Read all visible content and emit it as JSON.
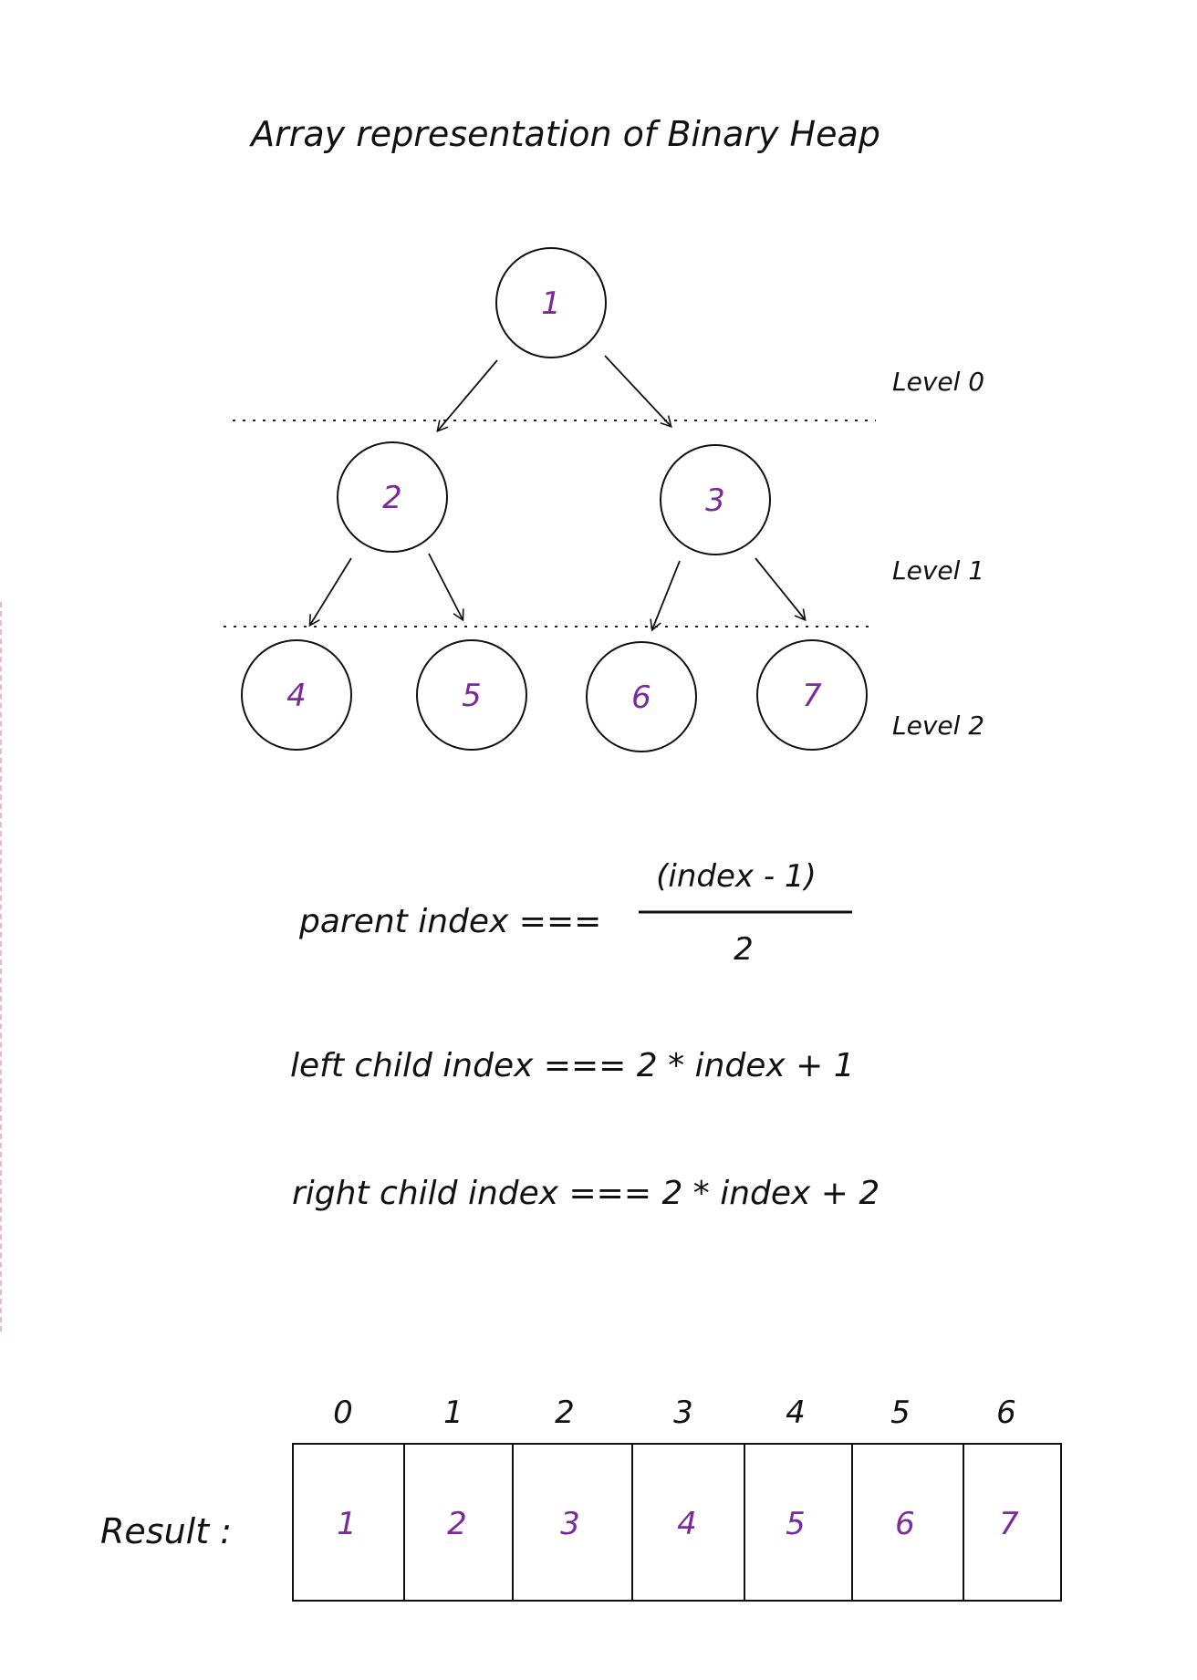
{
  "title": "Array representation of Binary Heap",
  "tree": {
    "nodes": [
      "1",
      "2",
      "3",
      "4",
      "5",
      "6",
      "7"
    ],
    "levels": [
      "Level 0",
      "Level 1",
      "Level 2"
    ]
  },
  "formulas": {
    "parent_lhs": "parent index ===",
    "parent_numerator": "(index - 1)",
    "parent_denominator": "2",
    "left_child": "left child index === 2 * index + 1",
    "right_child": "right child index === 2 * index + 2"
  },
  "array": {
    "label": "Result :",
    "indices": [
      "0",
      "1",
      "2",
      "3",
      "4",
      "5",
      "6"
    ],
    "values": [
      "1",
      "2",
      "3",
      "4",
      "5",
      "6",
      "7"
    ]
  },
  "colors": {
    "node_value": "#7b2a9e",
    "ink": "#111111",
    "page_edge": "#f3b6c6"
  }
}
